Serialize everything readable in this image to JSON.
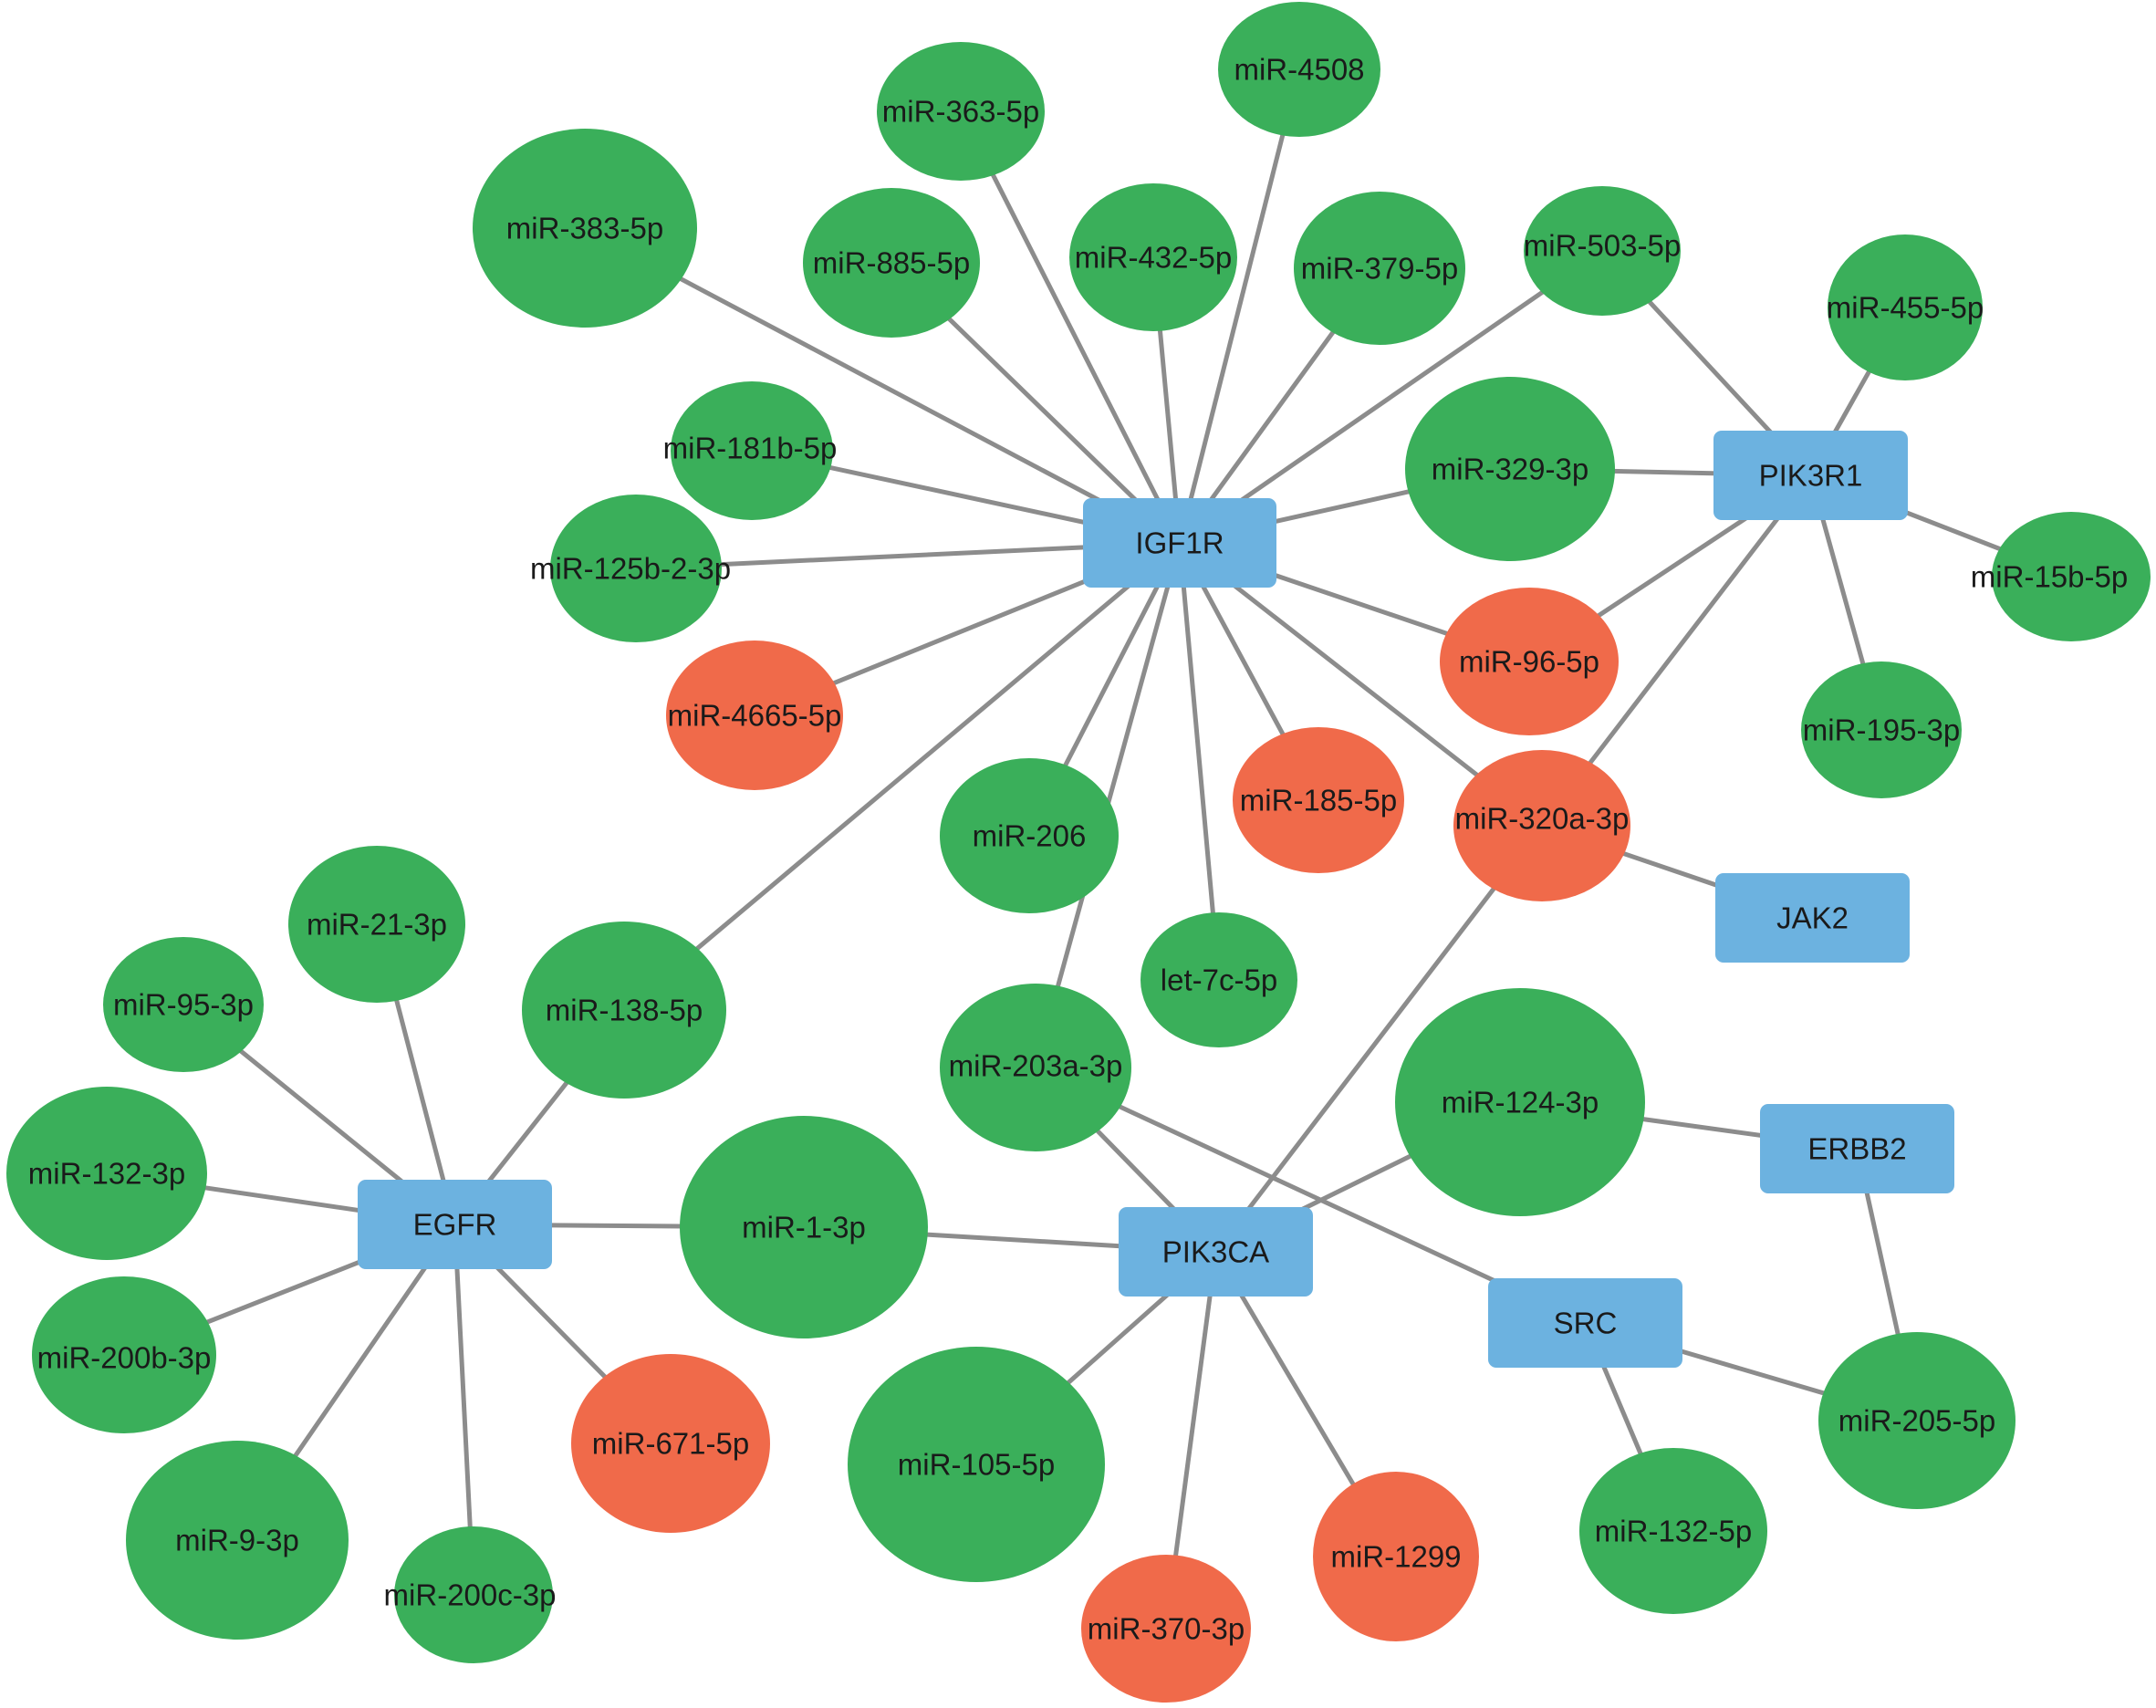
{
  "colors": {
    "gene": "#6cb2e0",
    "up_mirna": "#f06a4a",
    "down_mirna": "#3aaf5a",
    "edge": "#8c8c8c"
  },
  "genes": [
    {
      "id": "IGF1R",
      "label": "IGF1R"
    },
    {
      "id": "PIK3R1",
      "label": "PIK3R1"
    },
    {
      "id": "JAK2",
      "label": "JAK2"
    },
    {
      "id": "EGFR",
      "label": "EGFR"
    },
    {
      "id": "PIK3CA",
      "label": "PIK3CA"
    },
    {
      "id": "ERBB2",
      "label": "ERBB2"
    },
    {
      "id": "SRC",
      "label": "SRC"
    }
  ],
  "mirnas": [
    {
      "id": "miR-363-5p",
      "label": "miR-363-5p",
      "color": "down_mirna"
    },
    {
      "id": "miR-4508",
      "label": "miR-4508",
      "color": "down_mirna"
    },
    {
      "id": "miR-383-5p",
      "label": "miR-383-5p",
      "color": "down_mirna"
    },
    {
      "id": "miR-885-5p",
      "label": "miR-885-5p",
      "color": "down_mirna"
    },
    {
      "id": "miR-432-5p",
      "label": "miR-432-5p",
      "color": "down_mirna"
    },
    {
      "id": "miR-379-5p",
      "label": "miR-379-5p",
      "color": "down_mirna"
    },
    {
      "id": "miR-503-5p",
      "label": "miR-503-5p",
      "color": "down_mirna"
    },
    {
      "id": "miR-455-5p",
      "label": "miR-455-5p",
      "color": "down_mirna"
    },
    {
      "id": "miR-181b-5p",
      "label": "miR-181b-5p",
      "color": "down_mirna"
    },
    {
      "id": "miR-329-3p",
      "label": "miR-329-3p",
      "color": "down_mirna"
    },
    {
      "id": "miR-125b-2-3p",
      "label": "miR-125b-2-3p",
      "color": "down_mirna"
    },
    {
      "id": "miR-15b-5p",
      "label": "miR-15b-5p",
      "color": "down_mirna"
    },
    {
      "id": "miR-96-5p",
      "label": "miR-96-5p",
      "color": "up_mirna"
    },
    {
      "id": "miR-4665-5p",
      "label": "miR-4665-5p",
      "color": "up_mirna"
    },
    {
      "id": "miR-195-3p",
      "label": "miR-195-3p",
      "color": "down_mirna"
    },
    {
      "id": "miR-185-5p",
      "label": "miR-185-5p",
      "color": "up_mirna"
    },
    {
      "id": "miR-206",
      "label": "miR-206",
      "color": "down_mirna"
    },
    {
      "id": "miR-320a-3p",
      "label": "miR-320a-3p",
      "color": "up_mirna"
    },
    {
      "id": "miR-21-3p",
      "label": "miR-21-3p",
      "color": "down_mirna"
    },
    {
      "id": "let-7c-5p",
      "label": "let-7c-5p",
      "color": "down_mirna"
    },
    {
      "id": "miR-95-3p",
      "label": "miR-95-3p",
      "color": "down_mirna"
    },
    {
      "id": "miR-138-5p",
      "label": "miR-138-5p",
      "color": "down_mirna"
    },
    {
      "id": "miR-203a-3p",
      "label": "miR-203a-3p",
      "color": "down_mirna"
    },
    {
      "id": "miR-124-3p",
      "label": "miR-124-3p",
      "color": "down_mirna"
    },
    {
      "id": "miR-132-3p",
      "label": "miR-132-3p",
      "color": "down_mirna"
    },
    {
      "id": "miR-1-3p",
      "label": "miR-1-3p",
      "color": "down_mirna"
    },
    {
      "id": "miR-200b-3p",
      "label": "miR-200b-3p",
      "color": "down_mirna"
    },
    {
      "id": "miR-671-5p",
      "label": "miR-671-5p",
      "color": "up_mirna"
    },
    {
      "id": "miR-105-5p",
      "label": "miR-105-5p",
      "color": "down_mirna"
    },
    {
      "id": "miR-205-5p",
      "label": "miR-205-5p",
      "color": "down_mirna"
    },
    {
      "id": "miR-9-3p",
      "label": "miR-9-3p",
      "color": "down_mirna"
    },
    {
      "id": "miR-1299",
      "label": "miR-1299",
      "color": "up_mirna"
    },
    {
      "id": "miR-132-5p",
      "label": "miR-132-5p",
      "color": "down_mirna"
    },
    {
      "id": "miR-200c-3p",
      "label": "miR-200c-3p",
      "color": "down_mirna"
    },
    {
      "id": "miR-370-3p",
      "label": "miR-370-3p",
      "color": "up_mirna"
    }
  ],
  "edges": [
    [
      "IGF1R",
      "miR-383-5p"
    ],
    [
      "IGF1R",
      "miR-363-5p"
    ],
    [
      "IGF1R",
      "miR-885-5p"
    ],
    [
      "IGF1R",
      "miR-432-5p"
    ],
    [
      "IGF1R",
      "miR-4508"
    ],
    [
      "IGF1R",
      "miR-379-5p"
    ],
    [
      "IGF1R",
      "miR-503-5p"
    ],
    [
      "IGF1R",
      "miR-181b-5p"
    ],
    [
      "IGF1R",
      "miR-125b-2-3p"
    ],
    [
      "IGF1R",
      "miR-329-3p"
    ],
    [
      "IGF1R",
      "miR-4665-5p"
    ],
    [
      "IGF1R",
      "miR-96-5p"
    ],
    [
      "IGF1R",
      "miR-320a-3p"
    ],
    [
      "IGF1R",
      "miR-185-5p"
    ],
    [
      "IGF1R",
      "miR-206"
    ],
    [
      "IGF1R",
      "let-7c-5p"
    ],
    [
      "IGF1R",
      "miR-203a-3p"
    ],
    [
      "IGF1R",
      "miR-138-5p"
    ],
    [
      "PIK3R1",
      "miR-503-5p"
    ],
    [
      "PIK3R1",
      "miR-455-5p"
    ],
    [
      "PIK3R1",
      "miR-329-3p"
    ],
    [
      "PIK3R1",
      "miR-15b-5p"
    ],
    [
      "PIK3R1",
      "miR-195-3p"
    ],
    [
      "PIK3R1",
      "miR-96-5p"
    ],
    [
      "PIK3R1",
      "miR-320a-3p"
    ],
    [
      "JAK2",
      "miR-320a-3p"
    ],
    [
      "PIK3CA",
      "miR-320a-3p"
    ],
    [
      "PIK3CA",
      "miR-203a-3p"
    ],
    [
      "PIK3CA",
      "miR-124-3p"
    ],
    [
      "PIK3CA",
      "miR-1-3p"
    ],
    [
      "PIK3CA",
      "miR-105-5p"
    ],
    [
      "PIK3CA",
      "miR-370-3p"
    ],
    [
      "PIK3CA",
      "miR-1299"
    ],
    [
      "EGFR",
      "miR-21-3p"
    ],
    [
      "EGFR",
      "miR-95-3p"
    ],
    [
      "EGFR",
      "miR-138-5p"
    ],
    [
      "EGFR",
      "miR-132-3p"
    ],
    [
      "EGFR",
      "miR-200b-3p"
    ],
    [
      "EGFR",
      "miR-9-3p"
    ],
    [
      "EGFR",
      "miR-200c-3p"
    ],
    [
      "EGFR",
      "miR-671-5p"
    ],
    [
      "EGFR",
      "miR-1-3p"
    ],
    [
      "ERBB2",
      "miR-124-3p"
    ],
    [
      "ERBB2",
      "miR-205-5p"
    ],
    [
      "SRC",
      "miR-203a-3p"
    ],
    [
      "SRC",
      "miR-205-5p"
    ],
    [
      "SRC",
      "miR-132-5p"
    ]
  ]
}
